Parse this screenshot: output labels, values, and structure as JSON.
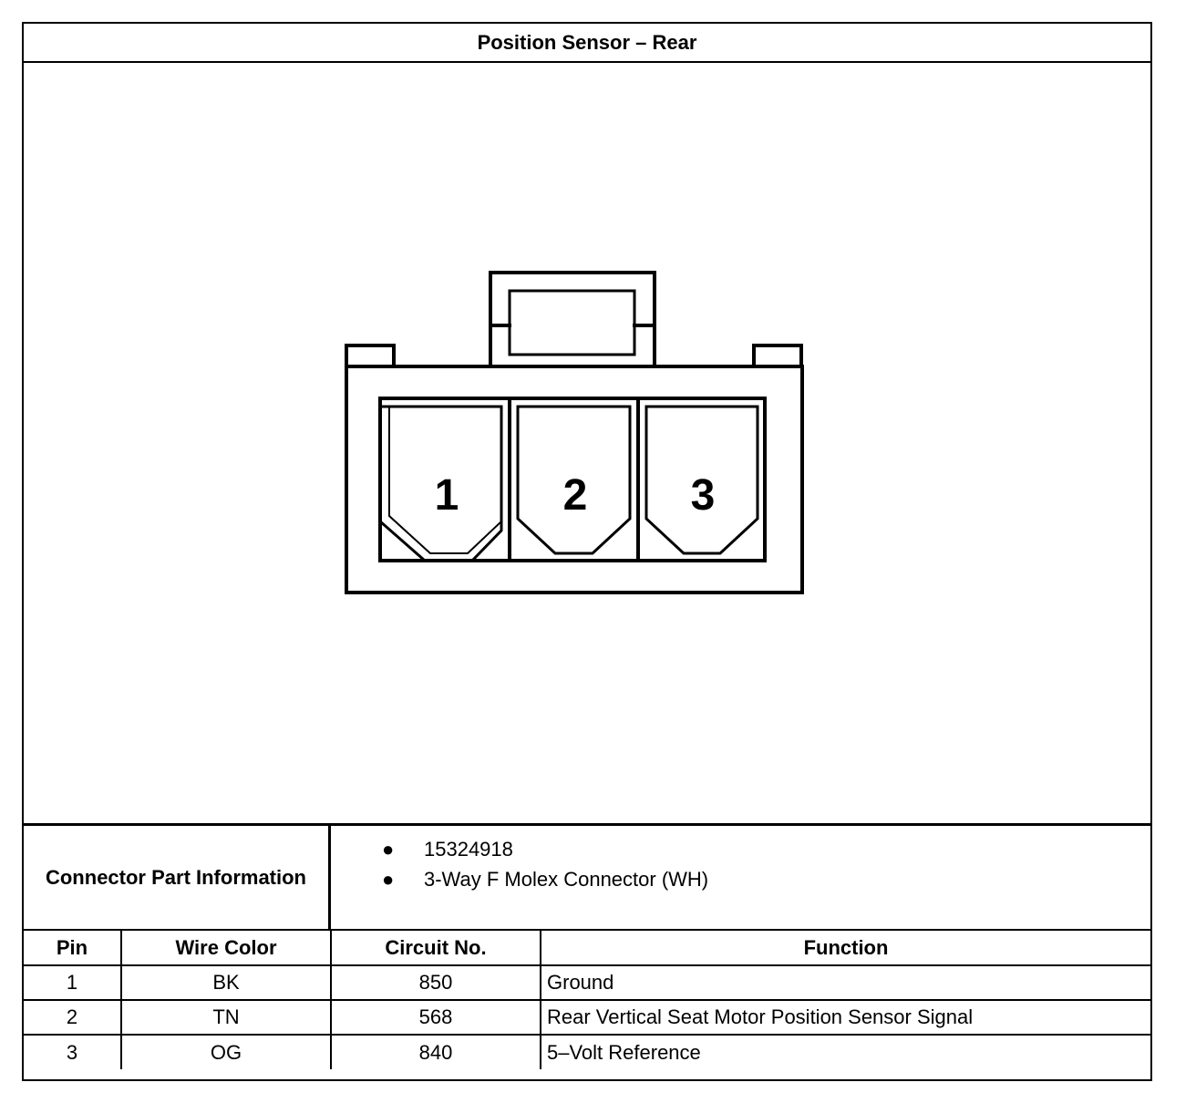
{
  "title": "Position Sensor – Rear",
  "connector": {
    "pins": [
      {
        "number": "1"
      },
      {
        "number": "2"
      },
      {
        "number": "3"
      }
    ]
  },
  "part_info": {
    "label": "Connector Part Information",
    "items": [
      "15324918",
      "3-Way F Molex Connector (WH)"
    ]
  },
  "table": {
    "headers": [
      "Pin",
      "Wire Color",
      "Circuit No.",
      "Function"
    ],
    "rows": [
      [
        "1",
        "BK",
        "850",
        "Ground"
      ],
      [
        "2",
        "TN",
        "568",
        "Rear Vertical Seat Motor Position Sensor Signal"
      ],
      [
        "3",
        "OG",
        "840",
        "5–Volt Reference"
      ]
    ]
  }
}
